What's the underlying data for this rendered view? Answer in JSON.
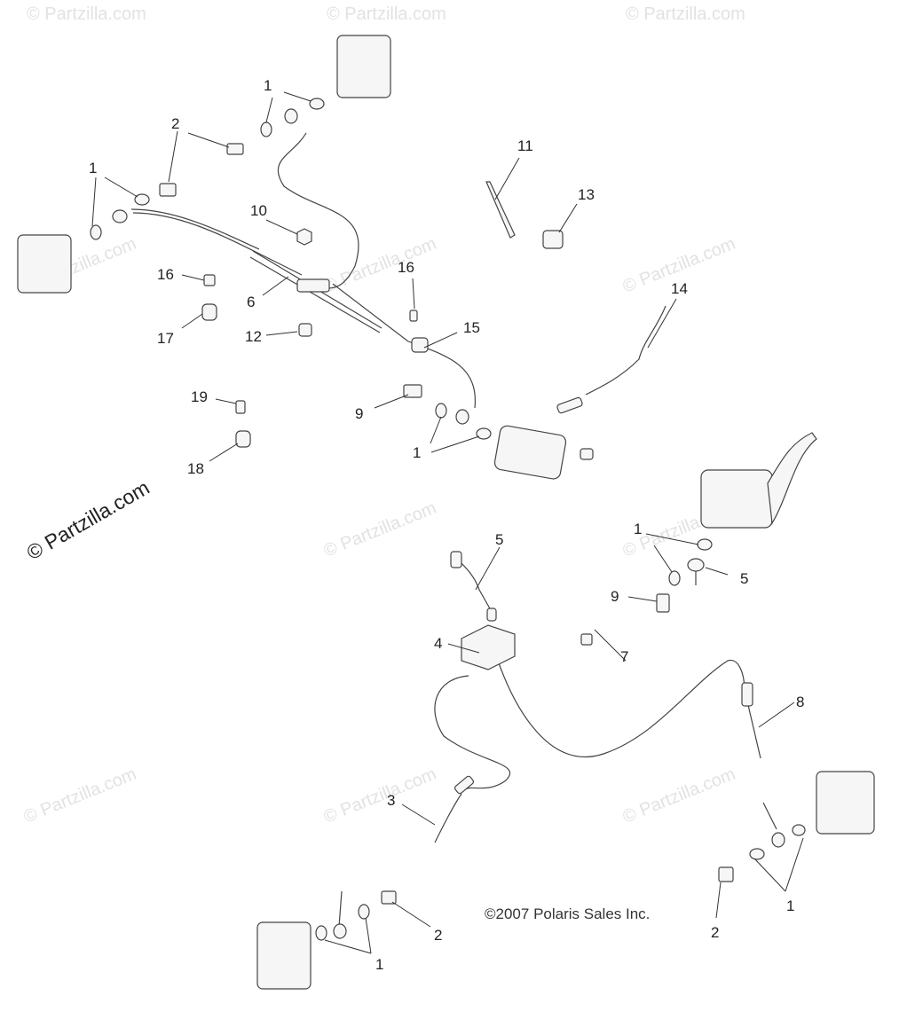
{
  "watermark": "© Partzilla.com",
  "side_brand": "© Partzilla.com",
  "copyright": "©2007 Polaris Sales Inc.",
  "callouts": {
    "c1a": "1",
    "c1b": "1",
    "c1c": "1",
    "c1d": "1",
    "c1e": "1",
    "c1f": "1",
    "c2a": "2",
    "c2b": "2",
    "c2c": "2",
    "c3": "3",
    "c4": "4",
    "c5a": "5",
    "c5b": "5",
    "c6": "6",
    "c7": "7",
    "c8": "8",
    "c9a": "9",
    "c9b": "9",
    "c10": "10",
    "c11": "11",
    "c12": "12",
    "c13": "13",
    "c14": "14",
    "c15": "15",
    "c16a": "16",
    "c16b": "16",
    "c17": "17",
    "c18": "18",
    "c19": "19"
  }
}
